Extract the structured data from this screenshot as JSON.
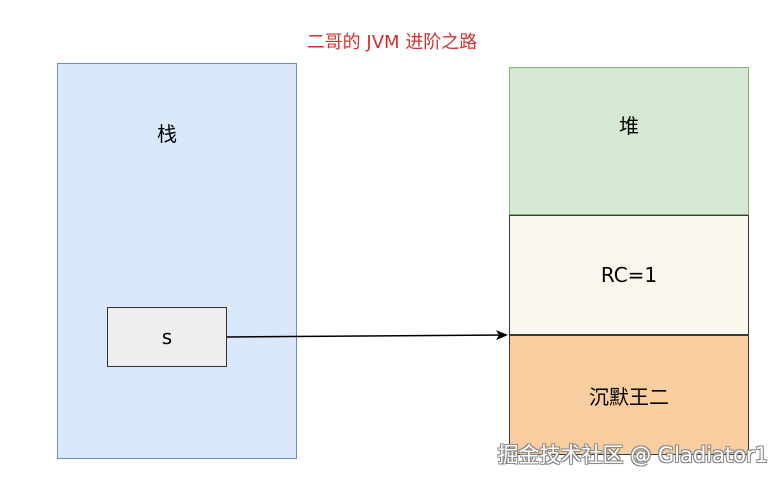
{
  "title": "二哥的 JVM 进阶之路",
  "stack": {
    "label": "栈",
    "variable": "s"
  },
  "heap": {
    "label": "堆",
    "ref_count": "RC=1",
    "object": "沉默王二"
  },
  "watermark": "掘金技术社区 @ Gladiator1",
  "colors": {
    "title": "#d0312d",
    "stack_fill": "#dae8fc",
    "stack_stroke": "#6c8ebf",
    "heap_fill": "#d5e8d4",
    "heap_stroke": "#82b366",
    "rc_fill": "#f9f7ed",
    "object_fill": "#f8cea0",
    "variable_fill": "#eeeeee"
  }
}
